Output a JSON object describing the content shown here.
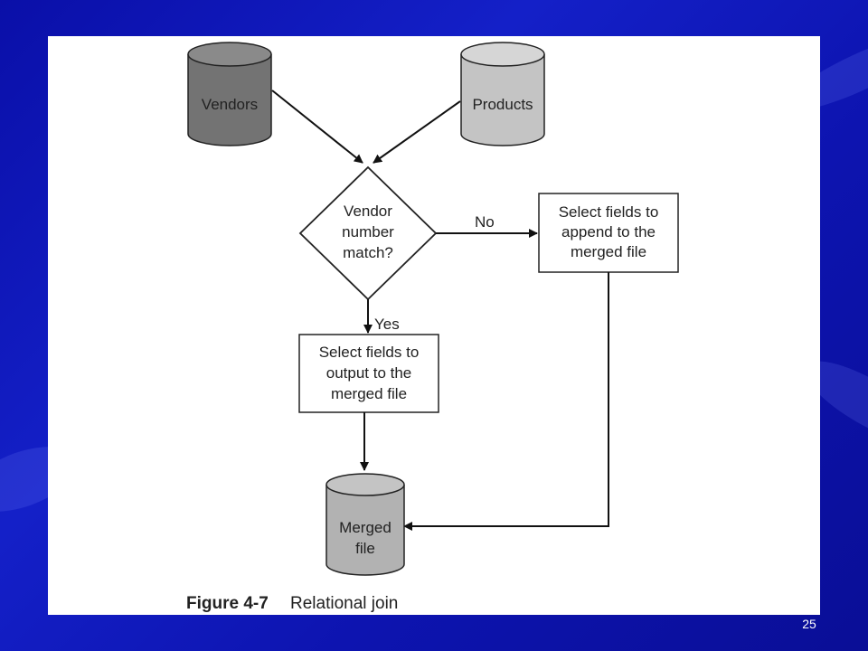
{
  "diagram": {
    "nodes": {
      "vendors": "Vendors",
      "products": "Products",
      "decision_line1": "Vendor",
      "decision_line2": "number",
      "decision_line3": "match?",
      "append_line1": "Select fields to",
      "append_line2": "append to the",
      "append_line3": "merged file",
      "output_line1": "Select fields to",
      "output_line2": "output to the",
      "output_line3": "merged file",
      "merged_line1": "Merged",
      "merged_line2": "file"
    },
    "edge_labels": {
      "no": "No",
      "yes": "Yes"
    },
    "caption": {
      "figure": "Figure 4-7",
      "title": "Relational join"
    }
  },
  "slide": {
    "page_number": "25"
  },
  "colors": {
    "background": "#0d14b0",
    "vendors_fill": "#737373",
    "products_fill": "#c4c4c4",
    "merged_fill": "#b2b2b2"
  }
}
